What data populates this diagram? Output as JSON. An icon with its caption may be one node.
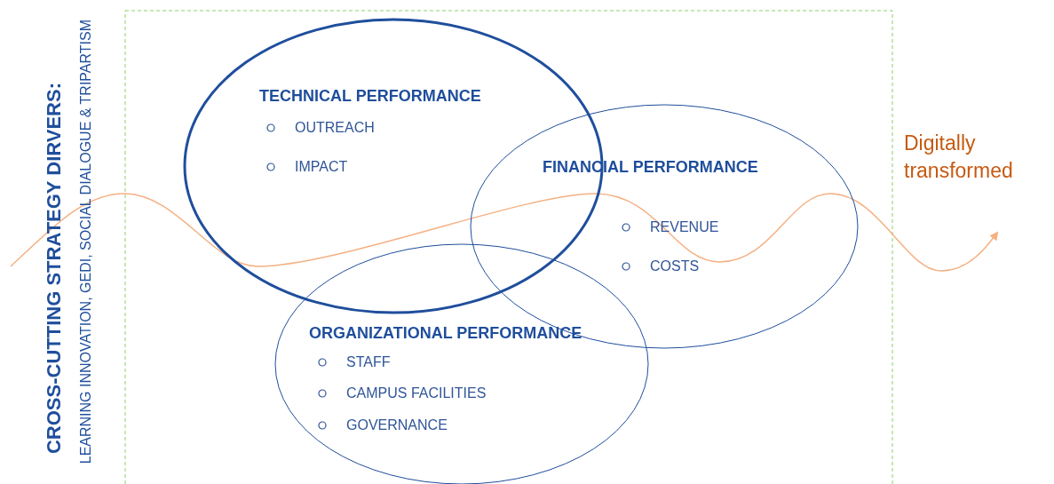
{
  "diagram": {
    "nodes": [
      {
        "text": [
          "TECHNICAL PERFORMANCE",
          "OUTREACH",
          "IMPACT"
        ]
      },
      {
        "text": [
          "FINANCIAL PERFORMANCE",
          "REVENUE",
          "COSTS"
        ]
      },
      {
        "text": [
          "ORGANIZATIONAL  PERFORMANCE",
          "STAFF",
          "CAMPUS FACILITIES",
          "GOVERNANCE"
        ]
      },
      {
        "text": [
          "Digitally transformed"
        ]
      }
    ],
    "edges": [
      {
        "from": null,
        "to": 3,
        "arrow": "to",
        "color": "#f4b183"
      }
    ],
    "labels": [
      "CROSS-CUTTING STRATEGY DIRVERS:",
      "LEARNING INNOVATION, GEDI, SOCIAL DIALOGUE & TRIPARTISM"
    ]
  }
}
